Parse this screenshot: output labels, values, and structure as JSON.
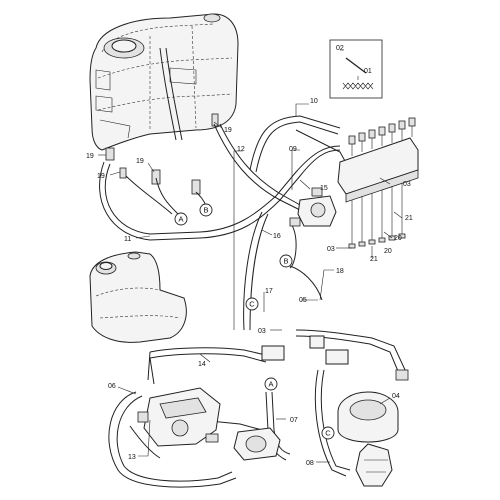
{
  "labels": {
    "l01": "01",
    "l02": "02",
    "l10": "10",
    "l19a": "19",
    "l19b": "19",
    "l19c": "19",
    "l19d": "19",
    "l12": "12",
    "l09": "09",
    "l15": "15",
    "l11": "11",
    "l16": "16",
    "l18": "18",
    "l17": "17",
    "l05": "05",
    "l03a": "03",
    "l03b": "03",
    "l03c": "03",
    "l21a": "21",
    "l21b": "21",
    "l20a": "20",
    "l20b": "20",
    "l14": "14",
    "l06": "06",
    "l13": "13",
    "l07": "07",
    "l04": "04",
    "l08": "08"
  },
  "connectors": {
    "a1": "A",
    "a2": "A",
    "b1": "B",
    "b2": "B",
    "c1": "C",
    "c2": "C"
  }
}
